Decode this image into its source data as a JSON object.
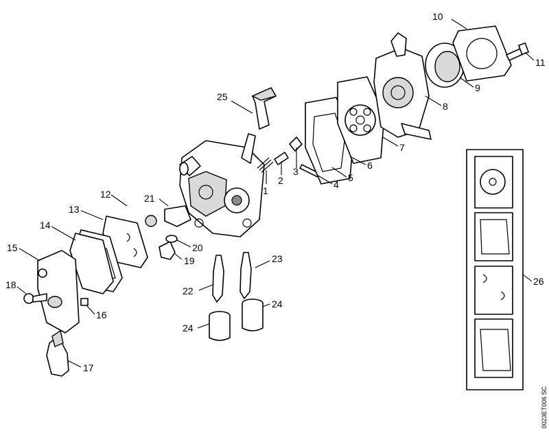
{
  "diagram": {
    "callouts": [
      "1",
      "2",
      "3",
      "4",
      "5",
      "6",
      "7",
      "8",
      "9",
      "10",
      "11",
      "12",
      "13",
      "14",
      "15",
      "16",
      "17",
      "18",
      "19",
      "20",
      "21",
      "22",
      "23",
      "24",
      "24",
      "25",
      "26"
    ],
    "drawing_code": "0023ET006 SC"
  }
}
